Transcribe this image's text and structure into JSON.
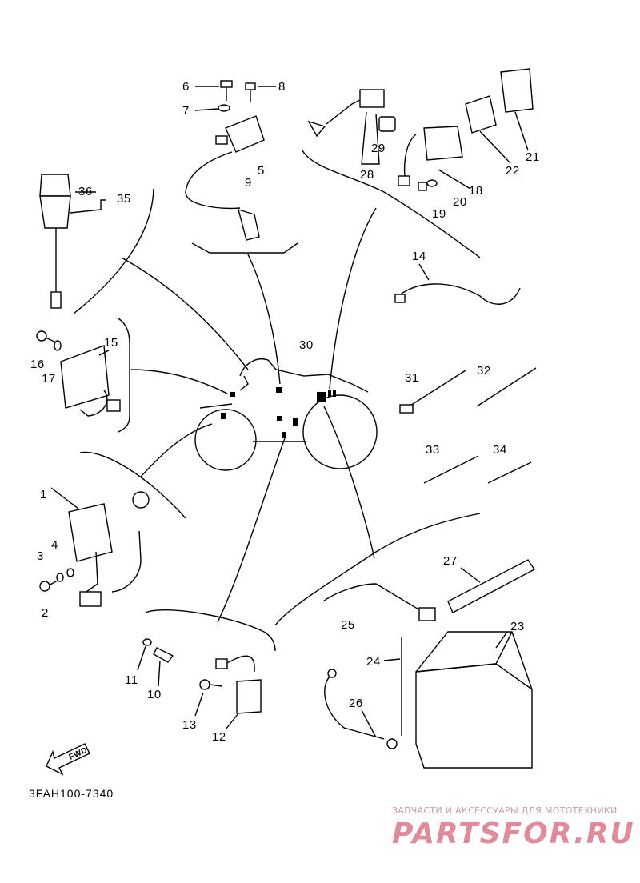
{
  "diagram_code": "3FAH100-7340",
  "fwd_label": "FWD",
  "watermark": {
    "tagline": "ЗАПЧАСТИ И АКСЕССУАРЫ ДЛЯ МОТОТЕХНИКИ",
    "brand": "PARTSFOR.RU"
  },
  "callouts": {
    "c1": "1",
    "c2": "2",
    "c3": "3",
    "c4": "4",
    "c5": "5",
    "c6": "6",
    "c7": "7",
    "c8": "8",
    "c9": "9",
    "c10": "10",
    "c11": "11",
    "c12": "12",
    "c13": "13",
    "c14": "14",
    "c15": "15",
    "c16": "16",
    "c17": "17",
    "c18": "18",
    "c19": "19",
    "c20": "20",
    "c21": "21",
    "c22": "22",
    "c23": "23",
    "c24": "24",
    "c25": "25",
    "c26": "26",
    "c27": "27",
    "c28": "28",
    "c29": "29",
    "c30": "30",
    "c31": "31",
    "c32": "32",
    "c33": "33",
    "c34": "34",
    "c35": "35",
    "c36": "36"
  }
}
